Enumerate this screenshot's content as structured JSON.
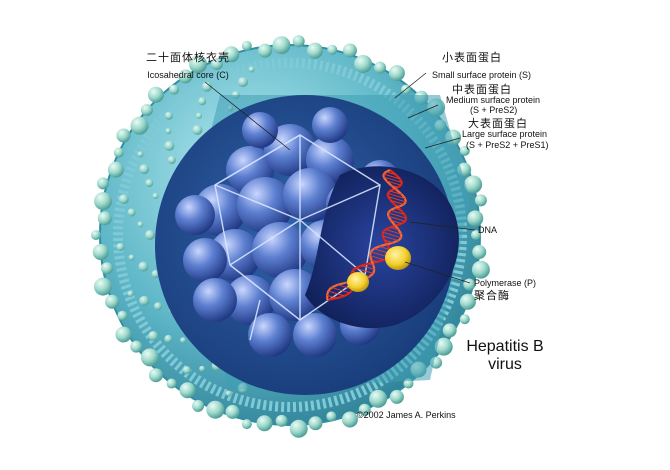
{
  "labels": {
    "icosahedral_core": {
      "zh": "二十面体核衣壳",
      "en": "Icosahedral core (C)"
    },
    "small_protein": {
      "zh": "小表面蛋白",
      "en": "Small surface protein (S)"
    },
    "medium_protein": {
      "zh": "中表面蛋白",
      "en1": "Medium surface protein",
      "en2": "(S + PreS2)"
    },
    "large_protein": {
      "zh": "大表面蛋白",
      "en1": "Large surface protein",
      "en2": "(S + PreS2 + PreS1)"
    },
    "dna": {
      "en": "DNA"
    },
    "polymerase": {
      "en": "Polymerase (P)",
      "zh": "聚合酶"
    }
  },
  "title": {
    "line1": "Hepatitis B",
    "line2": "virus"
  },
  "credit": "©2002 James A. Perkins",
  "colors": {
    "envelope": "#5fb7c8",
    "surface_knob": "#9fd9cc",
    "core_sphere": "#3b5fb0",
    "cavity": "#1a2f78",
    "dna": "#d9241b",
    "polymerase": "#f2cf2a"
  }
}
